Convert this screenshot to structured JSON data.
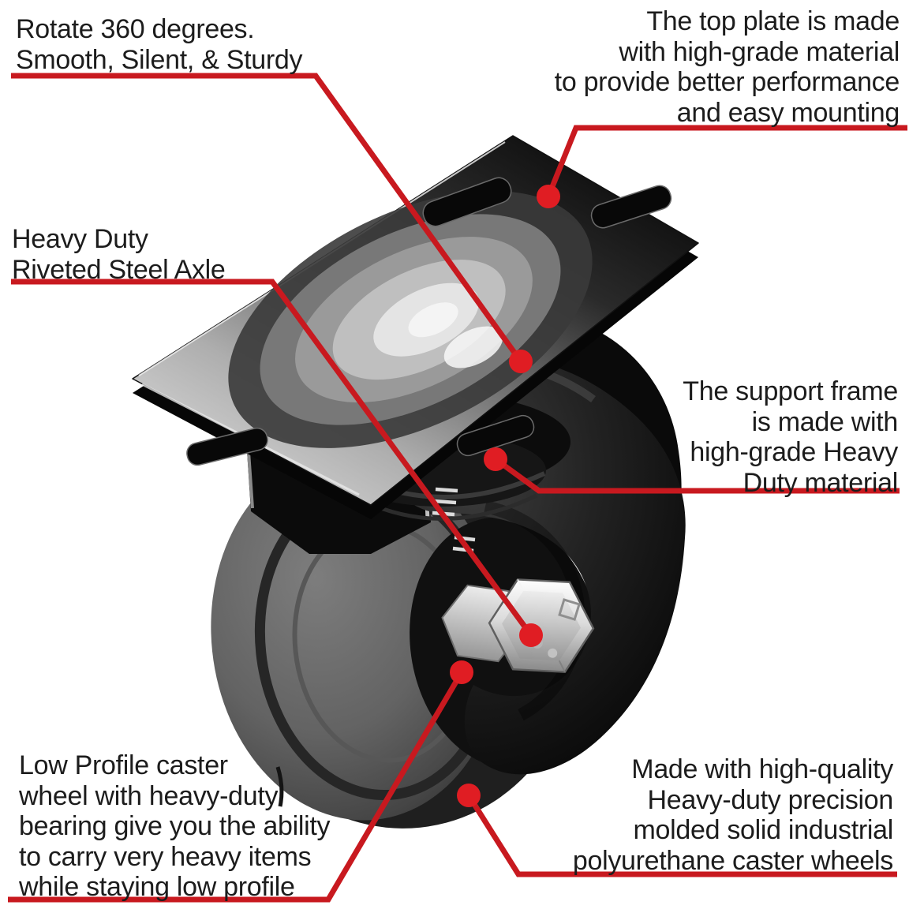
{
  "theme": {
    "line_red": "#c8191f",
    "dot_red": "#e01d23",
    "text_color": "#1c1c1c",
    "background": "#ffffff"
  },
  "icons": {
    "illustration": "swivel-caster-wheel-photo"
  },
  "callouts": {
    "top_left": {
      "lines": [
        "Rotate 360 degrees.",
        "Smooth, Silent, & Sturdy"
      ]
    },
    "top_right": {
      "lines": [
        "The top plate is made",
        "with high-grade material",
        "to provide better performance",
        "and easy mounting"
      ]
    },
    "mid_left": {
      "lines": [
        "Heavy Duty",
        "Riveted Steel Axle"
      ]
    },
    "mid_right": {
      "lines": [
        "The support frame",
        "is made with",
        "high-grade Heavy",
        "Duty material"
      ]
    },
    "bottom_left": {
      "lines": [
        "Low Profile caster",
        "wheel with heavy-duty",
        "bearing give you the ability",
        "to carry very heavy items",
        "while staying low profile"
      ]
    },
    "bottom_right": {
      "lines": [
        "Made with high-quality",
        "Heavy-duty precision",
        "molded solid industrial",
        "polyurethane caster wheels"
      ]
    }
  }
}
